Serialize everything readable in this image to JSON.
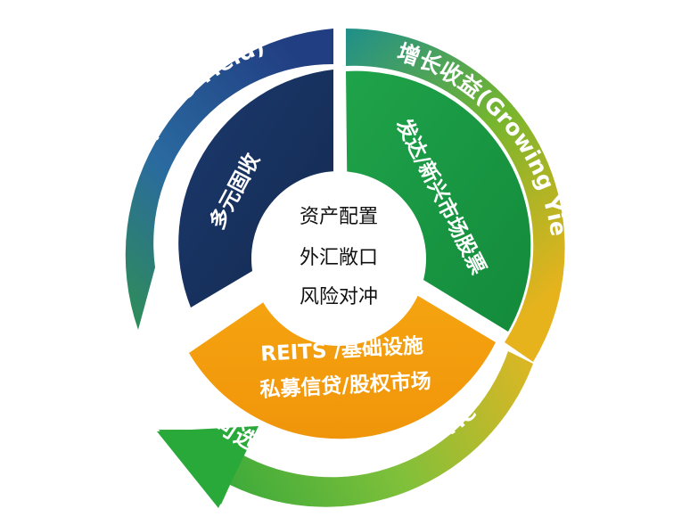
{
  "outer_ring": {
    "core": "核心收益(Core Yield)",
    "growing": "增长收益(Growing Yield)",
    "alternative": "可选收益(Alternative Yield)"
  },
  "segments": {
    "core": "多元固收",
    "growing": "发达/新兴市场股票",
    "alt_line1": "REITS /基础设施",
    "alt_line2": "私募信贷/股权市场"
  },
  "center": {
    "line1": "资产配置",
    "line2": "外汇敞口",
    "line3": "风险对冲"
  },
  "colors": {
    "core_dark": "#1a3566",
    "core_mid": "#2a5a9c",
    "growing": "#1a9a45",
    "alternative": "#f4a20d",
    "ring_green": "#4caf3c",
    "ring_yellow": "#e7b91a"
  }
}
